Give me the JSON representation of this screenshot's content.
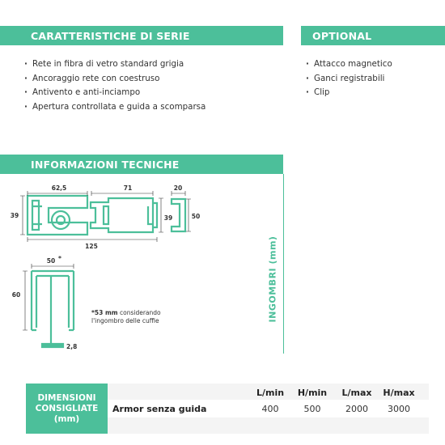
{
  "sections": {
    "serie_title": "CARATTERISTICHE DI SERIE",
    "optional_title": "OPTIONAL",
    "info_title": "INFORMAZIONI TECNICHE",
    "ingombri_label": "INGOMBRI (mm)"
  },
  "serie_items": [
    "Rete in fibra di vetro standard grigia",
    "Ancoraggio rete con coestruso",
    "Antivento e anti-inciampo",
    "Apertura controllata e guida a scomparsa"
  ],
  "optional_items": [
    "Attacco magnetico",
    "Ganci registrabili",
    "Clip"
  ],
  "drawing": {
    "dim_625": "62,5",
    "dim_71": "71",
    "dim_20": "20",
    "dim_39_left": "39",
    "dim_39_right": "39",
    "dim_50": "50",
    "dim_125": "125",
    "dim_50_star": "50",
    "dim_60": "60",
    "dim_28": "2,8",
    "note_bold": "*53 mm",
    "note_rest": "considerando",
    "note_line2": "l'ingombro delle cuffie"
  },
  "colors": {
    "accent": "#4cbf9a"
  },
  "table": {
    "box_line1": "DIMENSIONI",
    "box_line2": "CONSIGLIATE",
    "box_line3": "(mm)",
    "headers": [
      "L/min",
      "H/min",
      "L/max",
      "H/max"
    ],
    "row_label": "Armor senza guida",
    "values": [
      "400",
      "500",
      "2000",
      "3000"
    ]
  }
}
